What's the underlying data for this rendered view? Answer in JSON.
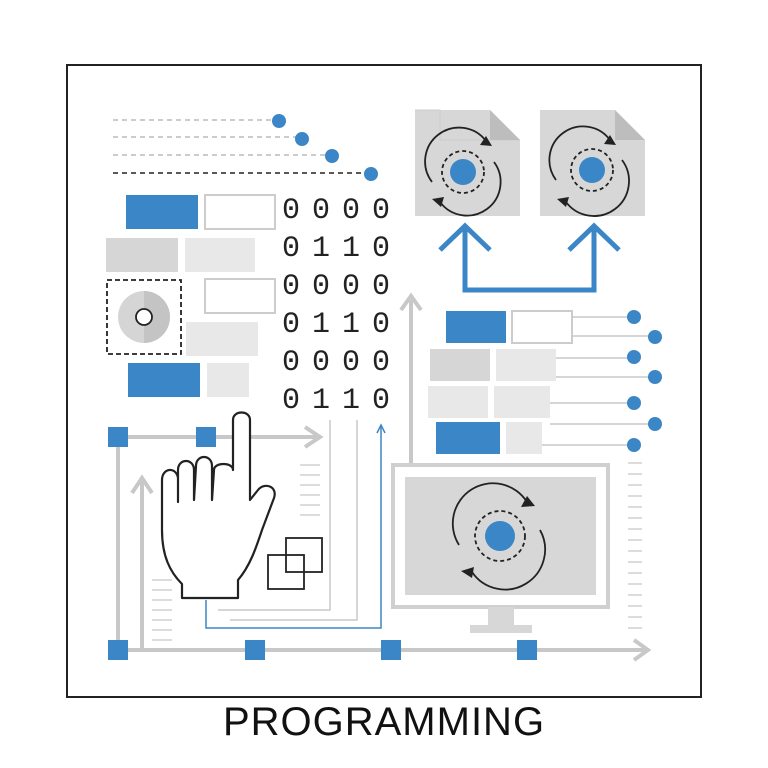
{
  "caption": "PROGRAMMING",
  "binary_rows": [
    "0000",
    "0110",
    "0000",
    "0110",
    "0000",
    "0110"
  ],
  "colors": {
    "accent": "#3b86c6",
    "frame": "#222222",
    "panel_gray": "#d7d7d7",
    "panel_light": "#e9e9e9",
    "line_gray": "#c8c8c8"
  },
  "icons": [
    "hand-pointer-icon",
    "sync-cycle-icon",
    "folder-icon",
    "monitor-icon",
    "disc-icon",
    "arrow-up-icon",
    "overlapping-squares-icon"
  ]
}
